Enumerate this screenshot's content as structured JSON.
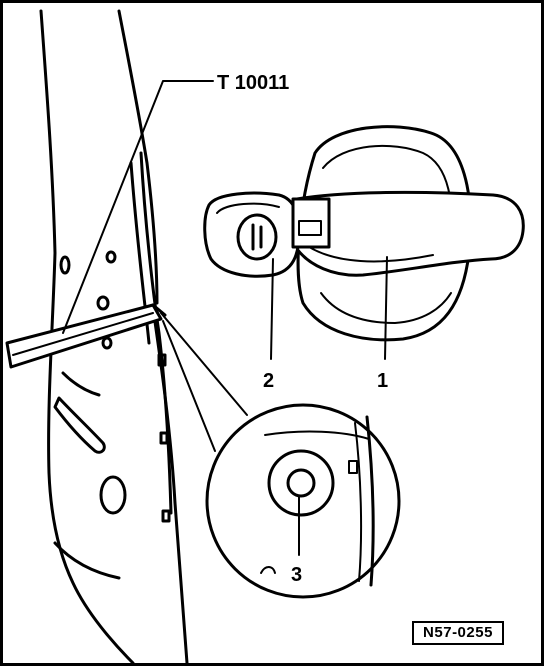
{
  "labels": {
    "tool": "T 10011",
    "part_1": "1",
    "part_2": "2",
    "part_3": "3"
  },
  "reference_code": "N57-0255",
  "colors": {
    "ink": "#000000",
    "paper": "#ffffff"
  }
}
